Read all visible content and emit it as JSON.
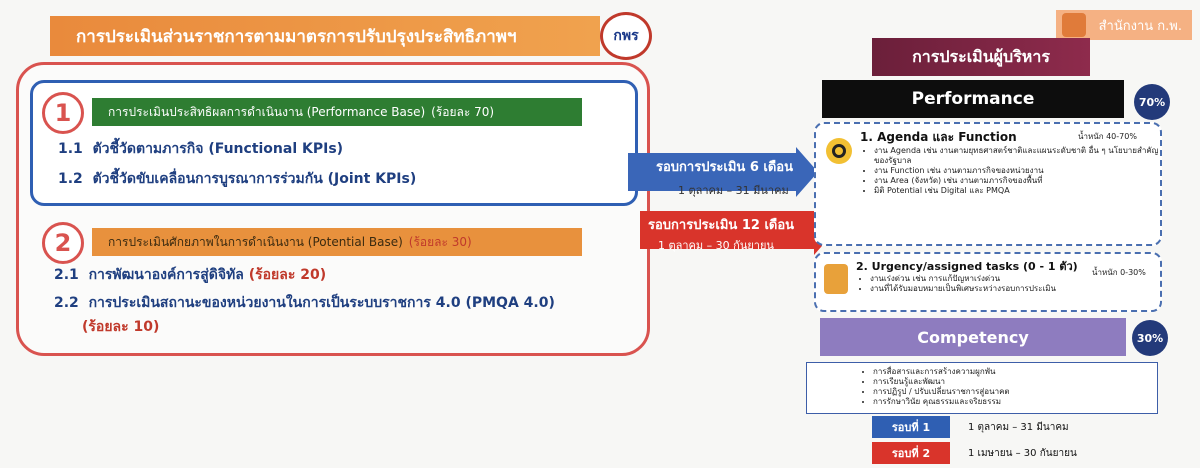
{
  "header": {
    "title": "การประเมินส่วนราชการตามมาตรการปรับปรุงประสิทธิภาพฯ",
    "logo": "กพร",
    "ocsc_label": "สำนักงาน ก.พ."
  },
  "left": {
    "section1": {
      "number": "1",
      "heading": "การประเมินประสิทธิผลการดำเนินงาน (Performance Base)",
      "heading_pct": "(ร้อยละ 70)",
      "items": [
        {
          "num": "1.1",
          "text": "ตัวชี้วัดตามภารกิจ (Functional KPIs)"
        },
        {
          "num": "1.2",
          "text": "ตัวชี้วัดขับเคลื่อนการบูรณาการร่วมกัน (Joint KPIs)"
        }
      ]
    },
    "section2": {
      "number": "2",
      "heading": "การประเมินศักยภาพในการดำเนินงาน (Potential Base)",
      "heading_pct": "(ร้อยละ 30)",
      "item1_num": "2.1",
      "item1_text": "การพัฒนาองค์การสู่ดิจิทัล",
      "item1_pct": "(ร้อยละ 20)",
      "item2_num": "2.2",
      "item2_text": "การประเมินสถานะของหน่วยงานในการเป็นระบบราชการ 4.0 (PMQA 4.0)",
      "item2_pct": "(ร้อยละ 10)"
    }
  },
  "arrows": {
    "blue_label": "รอบการประเมิน 6 เดือน",
    "blue_period": "1 ตุลาคม – 31 มีนาคม",
    "red_label": "รอบการประเมิน 12 เดือน",
    "red_period": "1 ตุลาคม – 30 กันยายน",
    "colors": {
      "blue": "#3a66b8",
      "red": "#d9342b"
    }
  },
  "right": {
    "exec_title": "การประเมินผู้บริหาร",
    "performance_title": "Performance",
    "performance_pct": "70%",
    "agenda": {
      "title": "1. Agenda และ Function",
      "weight": "น้ำหนัก 40-70%",
      "bullets": [
        "งาน Agenda เช่น งานตามยุทธศาสตร์ชาติและแผนระดับชาติ อื่น ๆ นโยบายสำคัญของรัฐบาล",
        "งาน Function เช่น งานตามภารกิจของหน่วยงาน",
        "งาน Area (จังหวัด) เช่น งานตามภารกิจของพื้นที่",
        "มิติ Potential เช่น Digital และ PMQA"
      ]
    },
    "urgency": {
      "title": "2. Urgency/assigned tasks (0 - 1 ตัว)",
      "weight": "น้ำหนัก 0-30%",
      "bullets": [
        "งานเร่งด่วน เช่น การแก้ปัญหาเร่งด่วน",
        "งานที่ได้รับมอบหมายเป็นพิเศษระหว่างรอบการประเมิน"
      ]
    },
    "competency_title": "Competency",
    "competency_pct": "30%",
    "competency_bullets": [
      "การสื่อสารและการสร้างความผูกพัน",
      "การเรียนรู้และพัฒนา",
      "การปฏิรูป / ปรับเปลี่ยนราชการสู่อนาคต",
      "การรักษาวินัย คุณธรรมและจริยธรรม"
    ],
    "rounds": [
      {
        "label": "รอบที่ 1",
        "period": "1 ตุลาคม – 31 มีนาคม",
        "color": "#2f5fb3"
      },
      {
        "label": "รอบที่ 2",
        "period": "1 เมษายน – 30 กันยายน",
        "color": "#d9342b"
      }
    ]
  }
}
